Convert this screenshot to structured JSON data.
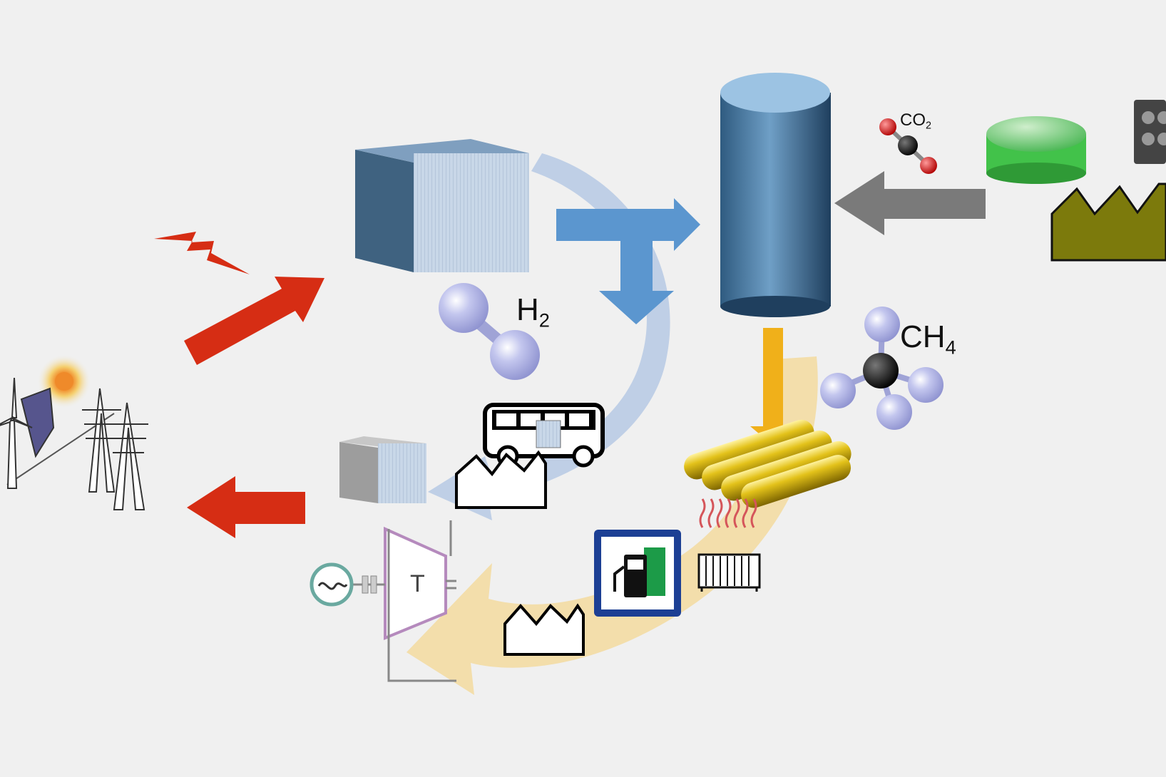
{
  "labels": {
    "h2": {
      "main": "H",
      "sub": "2"
    },
    "ch4": {
      "main": "CH",
      "sub": "4"
    },
    "co2": {
      "main": "CO",
      "sub": "2"
    },
    "turbine": "T"
  },
  "colors": {
    "background": "#f0f0f0",
    "electricity_arrow": "#d62d14",
    "hydrogen_flow": "#5b96cf",
    "hydrogen_cycle": "#b9cbe4",
    "methane_cycle": "#f2dca7",
    "methane_arrow": "#f0b01a",
    "co2_arrow": "#7a7a7a",
    "reactor": "#3d6d94",
    "factory_olive": "#7c7a0c",
    "biogas_tank": "#42c24a",
    "fuel_sign": "#1c3f94"
  },
  "icons": [
    "wind-turbine-icon",
    "solar-panel-icon",
    "sun-icon",
    "power-pylon-icon",
    "lightning-icon",
    "electrolyzer-icon",
    "hydrogen-molecule-icon",
    "methanation-reactor-icon",
    "co2-molecule-icon",
    "biogas-tank-icon",
    "industry-factory-icon",
    "methane-molecule-icon",
    "gas-storage-pipes-icon",
    "bus-icon",
    "hydrogen-storage-icon",
    "factory-icon",
    "gas-turbine-icon",
    "generator-icon",
    "fuel-station-sign-icon",
    "heating-radiator-icon"
  ]
}
